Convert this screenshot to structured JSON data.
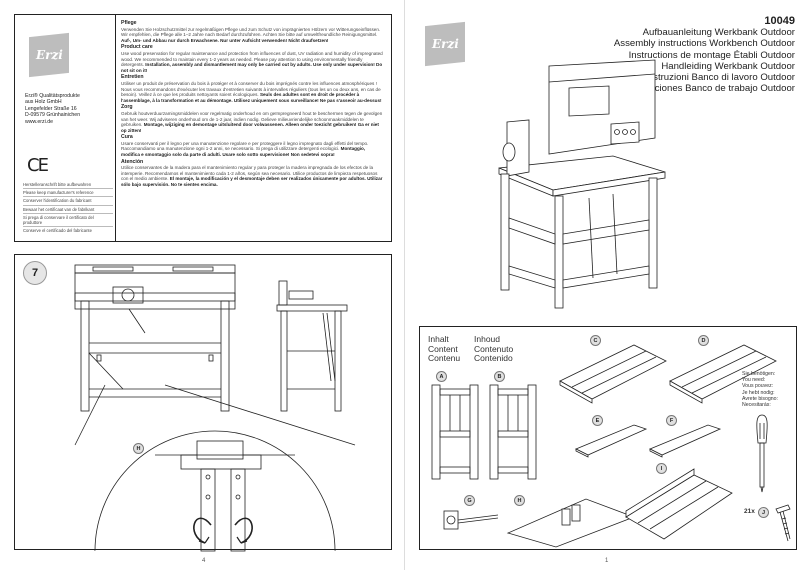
{
  "brand": {
    "name": "Erzi",
    "reg": "®"
  },
  "left_page": {
    "company_lines": [
      "Erzi® Qualitätsprodukte",
      "aus Holz GmbH",
      "Lengefelder Straße 16",
      "D-09579 Grünhainichen",
      "www.erzi.de"
    ],
    "ce_mark": "CE",
    "keep_notes": [
      "Herstelleranschrift bitte aufbewahren",
      "Please keep manufacturer's reference",
      "Conserver l'identification du fabricant",
      "Bewaar het certificaat van de fabrikant",
      "Si prega di conservare il certificato del produttore",
      "Conserve el certificado del fabricante"
    ],
    "care_sections": [
      {
        "heading": "Pflege",
        "text": "Verwenden Sie Holzschutzmittel zur regelmäßigen Pflege und zum Schutz von imprägnierten Hölzern vor Witterungseinflüssen. Wir empfehlen, die Pflege alle 1–2 Jahre nach Bedarf durchzuführen. Achten Sie bitte auf umweltfreundliche Reinigungsmittel.",
        "bold": "Auf-, Um- und Abbau nur durch Erwachsene. Nur unter Aufsicht verwenden! Nicht draufsetzen!"
      },
      {
        "heading": "Product care",
        "text": "Use wood preservation for regular maintenance and protection from influences of dust, UV radiation and humidity of impregnated wood. We recommended to maintain every 1-2 years as needed. Please pay attention to using environmentally friendly detergents.",
        "bold": "Installation, assembly and dismantlement may only be carried out by adults. Use only under supervision! Do not sit on it!"
      },
      {
        "heading": "Entretien",
        "text": "Utiliser un produit de préservation du bois à protéger et à conserver du bois imprégnés contre les influences atmosphériques ! Nous vous recommandons d'exécuter les travaux d'entretien suivants à intervalles réguliers (tous les un ou deux ans, en cas de besoin). Veillez à ce que les produits nettoyants soient écologiques.",
        "bold": "Seuls des adultes sont en droit de procéder à l'assemblage, à la transformation et au démontage. Utilisez uniquement sous surveillance! Ne pas s'asseoir au-dessus!"
      },
      {
        "heading": "Zorg",
        "text": "Gebruik houtverduurzamingsmiddelen voor regelmatig onderhoud en om geïmpregneerd hout te beschermen tegen de gevolgen van het weer. Wij adviseren onderhoud om de 1-2 jaar, indien nodig. Gelieve milieuvriendelijke schoonmaakmiddelen te gebruiken.",
        "bold": "Montage, wijziging en demontage uitsluitend door volwassenen. Alleen onder toezicht gebruiken! Ga er niet op zitten!"
      },
      {
        "heading": "Cura",
        "text": "Usare conservanti per il legno per una manutenzione regolare e per proteggere il legno impregnato dagli effetti del tempo. Raccomandiamo una manutenzione ogni 1-2 anni, se necessario. Si prega di utilizzare detergenti ecologici.",
        "bold": "Montaggio, modifica e smontaggio solo da parte di adulti. Usare solo sotto supervisione! Non sedetevi sopra!"
      },
      {
        "heading": "Atención",
        "text": "Utilice conservantes de la madera para el mantenimiento regular y para proteger la madera impregnada de los efectos de la intemperie. Recomendamos el mantenimiento cada 1-2 años, según sea necesario. Utilice productos de limpieza respetuosos con el medio ambiente.",
        "bold": "El montaje, la modificación y el desmontaje deben ser realizados únicamente por adultos. Utilizar sólo bajo supervisión. No te sientes encima."
      }
    ],
    "step_number": "7",
    "detail_label": "H",
    "page_number": "4"
  },
  "right_page": {
    "article_number": "10049",
    "titles": [
      "Aufbauanleitung Werkbank Outdoor",
      "Assembly instructions Workbench Outdoor",
      "Instructions de montage Établi Outdoor",
      "Handleiding Werkbank Outdoor",
      "Istruzioni Banco di lavoro Outdoor",
      "Instrucciones Banco de trabajo Outdoor"
    ],
    "contents_labels": [
      "Inhalt",
      "Inhoud",
      "Content",
      "Contenuto",
      "Contenu",
      "Contenido"
    ],
    "part_labels": [
      "A",
      "B",
      "C",
      "D",
      "E",
      "F",
      "G",
      "H",
      "I"
    ],
    "you_need_lines": [
      "Sie benötigen:",
      "You need:",
      "Vous pouvez:",
      "Je hebt nodig:",
      "Avrete bisogno:",
      "Necesitarás:"
    ],
    "screw": {
      "count": "21x",
      "label": "J"
    },
    "page_number": "1"
  }
}
